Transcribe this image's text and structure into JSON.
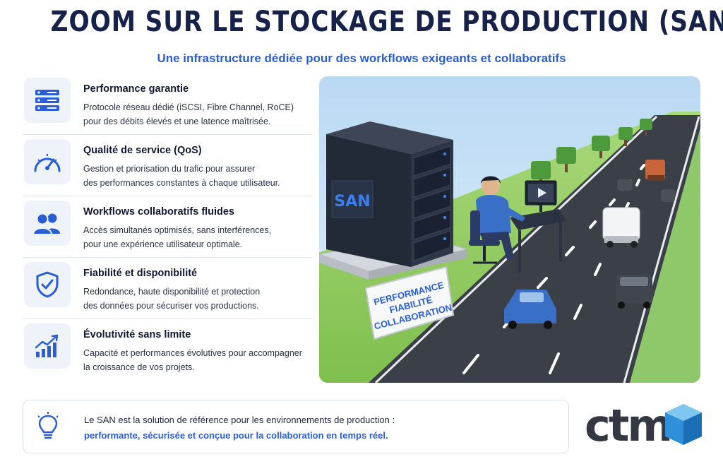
{
  "header": {
    "title": "ZOOM SUR LE STOCKAGE DE PRODUCTION (SAN)",
    "subtitle": "Une infrastructure dédiée pour des workflows exigeants et collaboratifs"
  },
  "features": [
    {
      "icon": "server-rack-icon",
      "title": "Performance garantie",
      "line1": "Protocole réseau dédié (iSCSI, Fibre Channel, RoCE)",
      "line2": "pour des débits élevés et une latence maîtrisée."
    },
    {
      "icon": "speedometer-icon",
      "title": "Qualité de service (QoS)",
      "line1": "Gestion et priorisation du trafic pour assurer",
      "line2": "des performances constantes à chaque utilisateur."
    },
    {
      "icon": "users-icon",
      "title": "Workflows collaboratifs fluides",
      "line1": "Accès simultanés optimisés, sans interférences,",
      "line2": "pour une expérience utilisateur optimale."
    },
    {
      "icon": "shield-check-icon",
      "title": "Fiabilité et disponibilité",
      "line1": "Redondance, haute disponibilité et protection",
      "line2": "des données pour sécuriser vos productions."
    },
    {
      "icon": "growth-chart-icon",
      "title": "Évolutivité sans limite",
      "line1": "Capacité et performances évolutives pour accompagner",
      "line2": "la croissance de vos projets."
    }
  ],
  "illustration": {
    "server_label": "SAN",
    "sign_lines": [
      "PERFORMANCE",
      "FIABILITÉ",
      "COLLABORATION"
    ]
  },
  "footer": {
    "icon": "lightbulb-icon",
    "line1": "Le SAN est la solution de référence pour les environnements de production :",
    "line2": "performante, sécurisée et conçue pour la collaboration en temps réel."
  },
  "logo": {
    "text": "ctm"
  },
  "colors": {
    "accent": "#2a5ed6",
    "title": "#17224a",
    "icon_bg": "#eef2f9"
  }
}
